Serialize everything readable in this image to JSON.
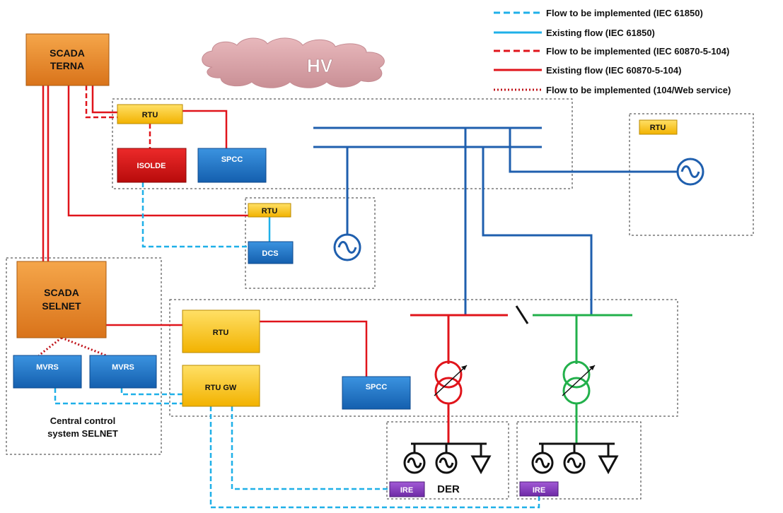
{
  "legend": {
    "items": [
      {
        "label": "Flow to be implemented (IEC 61850)",
        "style": "dashed",
        "color": "#1fb0e8"
      },
      {
        "label": "Existing flow (IEC 61850)",
        "style": "solid",
        "color": "#1fb0e8"
      },
      {
        "label": "Flow to be implemented (IEC 60870-5-104)",
        "style": "dashed",
        "color": "#e0141b"
      },
      {
        "label": "Existing flow (IEC 60870-5-104)",
        "style": "solid",
        "color": "#e0141b"
      },
      {
        "label": "Flow to be implemented (104/Web service)",
        "style": "dotted",
        "color": "#c0141b"
      }
    ]
  },
  "cloud": {
    "label": "HV"
  },
  "nodes": {
    "scada_terna": {
      "line1": "SCADA",
      "line2": "TERNA"
    },
    "scada_selnet": {
      "line1": "SCADA",
      "line2": "SELNET"
    },
    "rtu_top": "RTU",
    "isolde": "ISOLDE",
    "spcc_top": "SPCC",
    "rtu_mid": "RTU",
    "dcs": "DCS",
    "rtu_right": "RTU",
    "mvrs_1": "MVRS",
    "mvrs_2": "MVRS",
    "rtu_bottom": "RTU",
    "rtu_gw": "RTU GW",
    "spcc_bottom": "SPCC",
    "ire_1": "IRE",
    "ire_2": "IRE"
  },
  "labels": {
    "central_line1": "Central control",
    "central_line2": "system SELNET",
    "der": "DER"
  },
  "colors": {
    "orange": "#e8871e",
    "yellow": "#ffc000",
    "blue_box": "#1c78c8",
    "red_box": "#d40f0f",
    "purple": "#8a3fbf",
    "bus_blue": "#1f5fae",
    "red_line": "#e0141b",
    "cyan_line": "#1fb0e8",
    "green_line": "#22b04b",
    "dark_red": "#c00000"
  }
}
